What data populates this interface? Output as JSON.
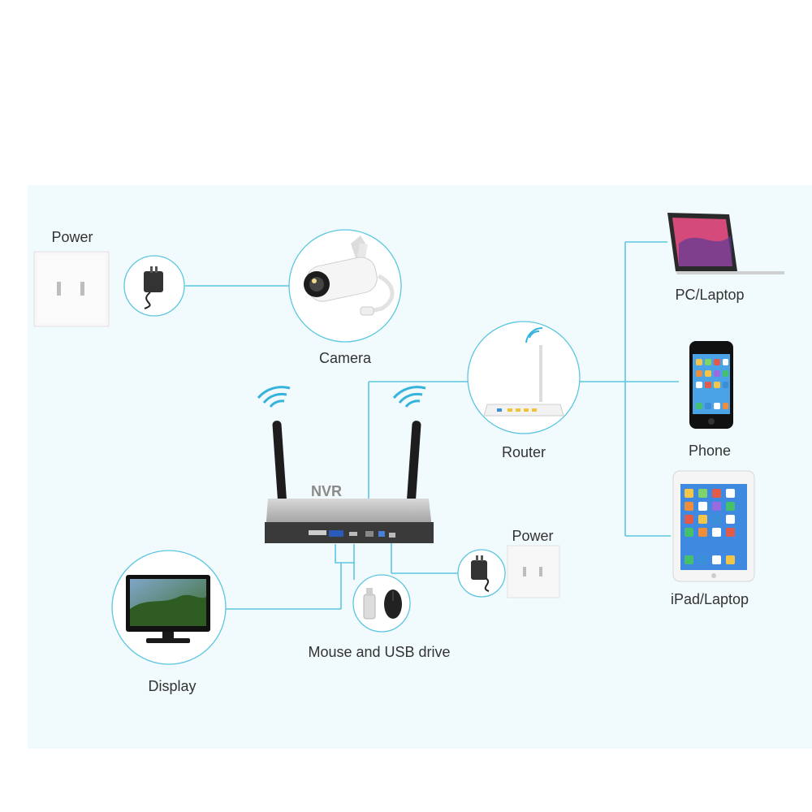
{
  "labels": {
    "power_top": "Power",
    "camera": "Camera",
    "router": "Router",
    "nvr": "NVR",
    "pc_laptop": "PC/Laptop",
    "phone": "Phone",
    "ipad_laptop": "iPad/Laptop",
    "power_bottom": "Power",
    "mouse_usb": "Mouse and USB drive",
    "display": "Display"
  },
  "colors": {
    "line": "#5cc6e0",
    "wifi": "#36b3dd",
    "panel": "#f1fafc"
  },
  "icons": [
    "wall-outlet-icon",
    "power-adapter-icon",
    "bullet-camera-icon",
    "router-icon",
    "nvr-icon",
    "laptop-icon",
    "phone-icon",
    "tablet-icon",
    "monitor-icon",
    "mouse-icon",
    "usb-drive-icon",
    "wifi-signal-icon"
  ]
}
